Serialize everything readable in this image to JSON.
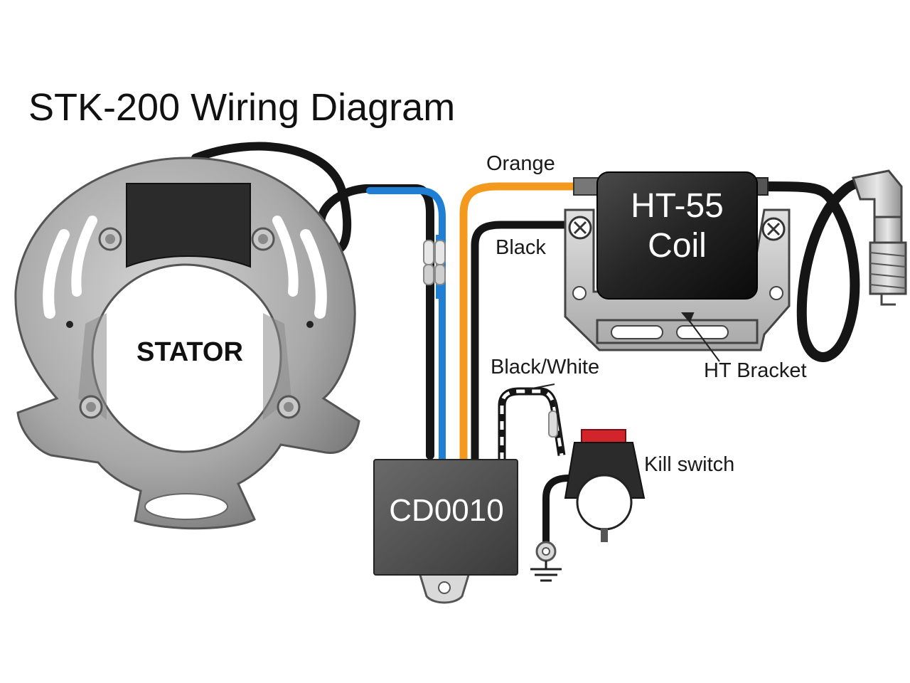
{
  "title": "STK-200 Wiring Diagram",
  "components": {
    "stator": "STATOR",
    "coil_line1": "HT-55",
    "coil_line2": "Coil",
    "cdi": "CD0010",
    "bracket": "HT Bracket",
    "kill_switch": "Kill switch"
  },
  "wires": {
    "orange": "Orange",
    "black": "Black",
    "black_white": "Black/White"
  },
  "colors": {
    "wire_black": "#151515",
    "wire_blue": "#1f7fd4",
    "wire_orange": "#f39a1e",
    "component_dark": "#2a2a2a",
    "kill_switch_button": "#d2242b"
  }
}
